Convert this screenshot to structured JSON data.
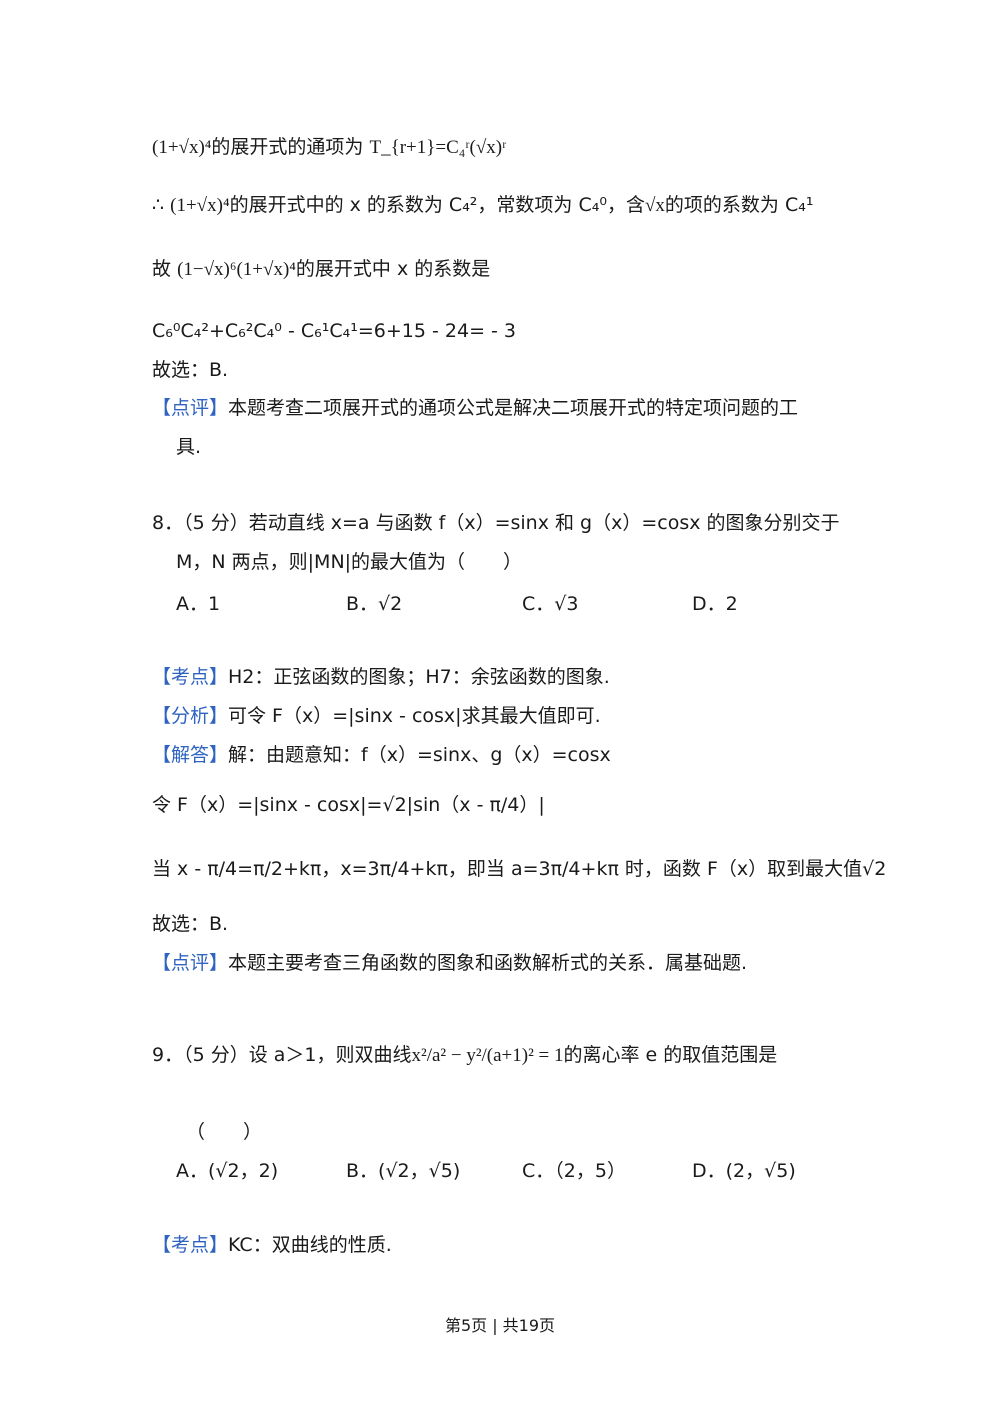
{
  "q7_tail": {
    "l1_expr": "(1+√x)⁴",
    "l1_text": "的展开式的通项为",
    "l1_formula": "T_{r+1}=C₄ʳ(√x)ʳ",
    "l2_therefore": "∴",
    "l2_text": "的展开式中的 x 的系数为 C₄²，常数项为 C₄⁰，含",
    "l2_sqrtx": "√x",
    "l2_tail": "的项的系数为 C₄¹",
    "l3_gu": "故",
    "l3_expr": "(1−√x)⁶(1+√x)⁴",
    "l3_text": "的展开式中 x 的系数是",
    "l4_calc": "C₆⁰C₄²+C₆²C₄⁰ - C₆¹C₄¹=6+15 - 24= - 3",
    "l5_choice": "故选：B.",
    "comment_tag": "【点评】",
    "comment_text1": "本题考查二项展开式的通项公式是解决二项展开式的特定项问题的工",
    "comment_text2": "具."
  },
  "q8": {
    "stem1": "8．（5 分）若动直线 x=a 与函数 f（x）=sinx 和 g（x）=cosx 的图象分别交于",
    "stem2": "M，N 两点，则|MN|的最大值为（　　）",
    "opt_a": "A．1",
    "opt_b": "B．√2",
    "opt_c": "C．√3",
    "opt_d": "D．2",
    "kaodian_tag": "【考点】",
    "kaodian_text": "H2：正弦函数的图象；H7：余弦函数的图象.",
    "fenxi_tag": "【分析】",
    "fenxi_text": "可令 F（x）=|sinx - cosx|求其最大值即可.",
    "jieda_tag": "【解答】",
    "jieda_text": "解：由题意知：f（x）=sinx、g（x）=cosx",
    "ling_text": "令 F（x）=|sinx - cosx|=√2|sin（x - π/4）|",
    "dang_text": "当 x - π/4=π/2+kπ，x=3π/4+kπ，即当 a=3π/4+kπ 时，函数 F（x）取到最大值√2",
    "choice": "故选：B.",
    "comment_tag": "【点评】",
    "comment_text": "本题主要考查三角函数的图象和函数解析式的关系．属基础题."
  },
  "q9": {
    "stem1_pre": "9．（5 分）设 a＞1，则双曲线",
    "stem1_frac": "x²/a² − y²/(a+1)² = 1",
    "stem1_post": "的离心率 e 的取值范围是",
    "stem2": "（　　）",
    "opt_a": "A．(√2，2)",
    "opt_b": "B．(√2，√5)",
    "opt_c": "C．（2，5）",
    "opt_d": "D．(2，√5)",
    "kaodian_tag": "【考点】",
    "kaodian_text": "KC：双曲线的性质."
  },
  "footer": "第5页 | 共19页",
  "colors": {
    "bracket": "#2f63c2",
    "text": "#1a1a1a"
  }
}
